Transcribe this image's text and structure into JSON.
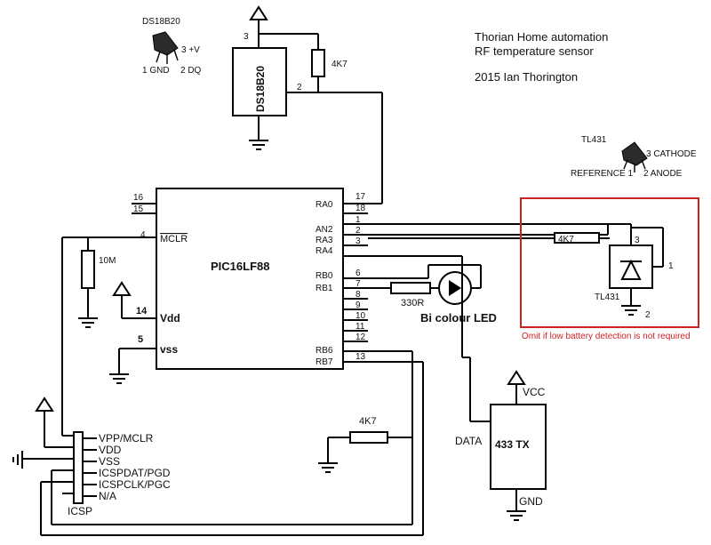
{
  "header": {
    "line1": "Thorian Home automation",
    "line2": "RF temperature sensor",
    "line3": "2015 Ian Thorington"
  },
  "ds18b20_legend": {
    "title": "DS18B20",
    "pin1": "1 GND",
    "pin2": "2 DQ",
    "pin3": "3 +V"
  },
  "tl431_legend": {
    "title": "TL431",
    "cathode": "3 CATHODE",
    "reference": "REFERENCE 1",
    "anode": "2 ANODE"
  },
  "sensor": {
    "label": "DS18B20",
    "pin3": "3",
    "pin2": "2",
    "resistor": "4K7"
  },
  "mcu": {
    "name": "PIC16LF88",
    "mclr": "MCLR",
    "vdd": "Vdd",
    "vss": "vss",
    "left_pins": [
      "16",
      "15",
      "4",
      "14",
      "5"
    ],
    "right_labels": [
      "RA0",
      "AN2",
      "RA3",
      "RA4",
      "RB0",
      "RB1",
      "RB6",
      "RB7"
    ],
    "right_pins": [
      "17",
      "18",
      "1",
      "2",
      "3",
      "6",
      "7",
      "8",
      "9",
      "10",
      "11",
      "12",
      "13"
    ]
  },
  "mclr_resistor": "10M",
  "led": {
    "resistor": "330R",
    "label": "Bi colour LED"
  },
  "battery_sense": {
    "resistor": "4K7",
    "ic": "TL431",
    "pin1": "1",
    "pin2": "2",
    "pin3": "3",
    "note": "Omit if low battery detection is not required",
    "note_color": "#cc2222"
  },
  "icsp": {
    "title": "ICSP",
    "pins": [
      "VPP/MCLR",
      "VDD",
      "VSS",
      "ICSPDAT/PGD",
      "ICSPCLK/PGC",
      "N/A"
    ],
    "pulldown": "4K7"
  },
  "tx": {
    "name": "433 TX",
    "vcc": "VCC",
    "gnd": "GND",
    "data": "DATA"
  }
}
